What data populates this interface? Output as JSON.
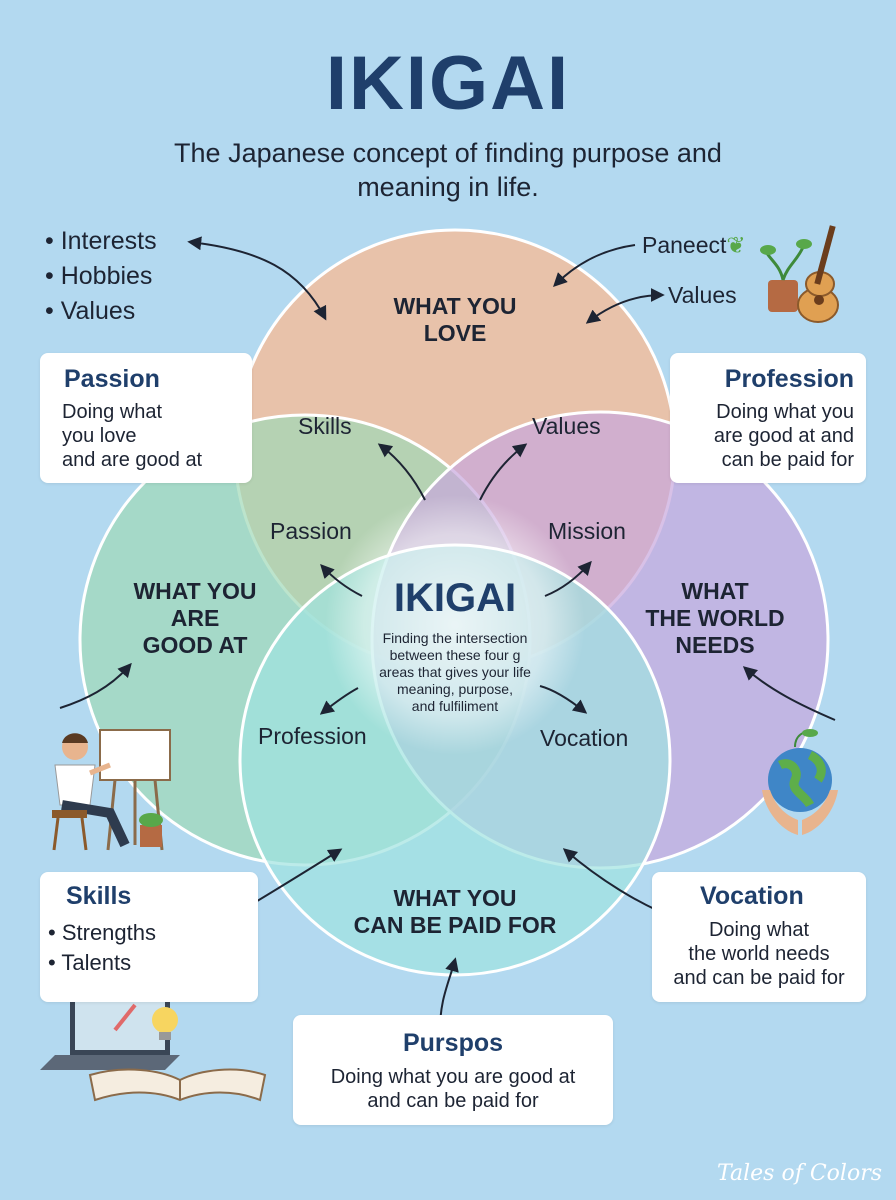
{
  "header": {
    "title": "IKIGAI",
    "subtitle_line1": "The Japanese concept of finding purpose and",
    "subtitle_line2": "meaning in life."
  },
  "circles": {
    "love": {
      "line1": "WHAT YOU",
      "line2": "LOVE",
      "color": "#f9b993"
    },
    "good_at": {
      "line1": "WHAT YOU",
      "line2": "ARE",
      "line3": "GOOD AT",
      "color": "#9fd9b6"
    },
    "world_needs": {
      "line1": "WHAT",
      "line2": "THE WORLD",
      "line3": "NEEDS",
      "color": "#c8a7dd"
    },
    "paid_for": {
      "line1": "WHAT YOU",
      "line2": "CAN BE PAID FOR",
      "color": "#9fe3df"
    }
  },
  "inner_labels": {
    "skills": "Skills",
    "values": "Values",
    "passion": "Passion",
    "mission": "Mission",
    "profession": "Profession",
    "vocation": "Vocation"
  },
  "center": {
    "title": "IKIGAI",
    "line1": "Finding the intersection",
    "line2": "between these four g",
    "line3": "areas that gives your life",
    "line4": "meaning, purpose,",
    "line5": "and fulfiliment"
  },
  "top_left_list": [
    "Interests",
    "Hobbies",
    "Values"
  ],
  "top_right": {
    "item1": "Paneect",
    "item2": "Values"
  },
  "cards": {
    "passion": {
      "head": "Passion",
      "line1": "Doing what",
      "line2": "you love",
      "line3": "and are good at"
    },
    "profession": {
      "head": "Profession",
      "line1": "Doing what you",
      "line2": "are good at and",
      "line3": "can be paid for"
    },
    "skills": {
      "head": "Skills",
      "items": [
        "Strengths",
        "Talents"
      ]
    },
    "vocation": {
      "head": "Vocation",
      "line1": "Doing what",
      "line2": "the world needs",
      "line3": "and can be paid for"
    },
    "purspos": {
      "head": "Purspos",
      "line1": "Doing what you are good at",
      "line2": "and can be paid for"
    }
  },
  "signature": "Tales of Colors",
  "icons": [
    "guitar-plant-icon",
    "artist-at-easel-icon",
    "globe-in-hands-icon",
    "laptop-book-lightbulb-icon"
  ]
}
